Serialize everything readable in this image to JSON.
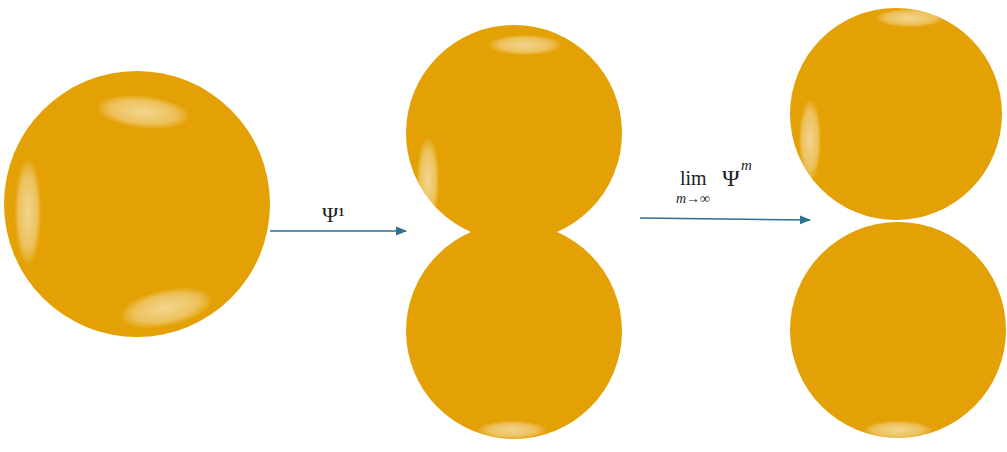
{
  "diagram": {
    "labels": [
      "Ψ¹",
      "lim",
      "m→∞",
      "Ψ",
      "m"
    ]
  }
}
